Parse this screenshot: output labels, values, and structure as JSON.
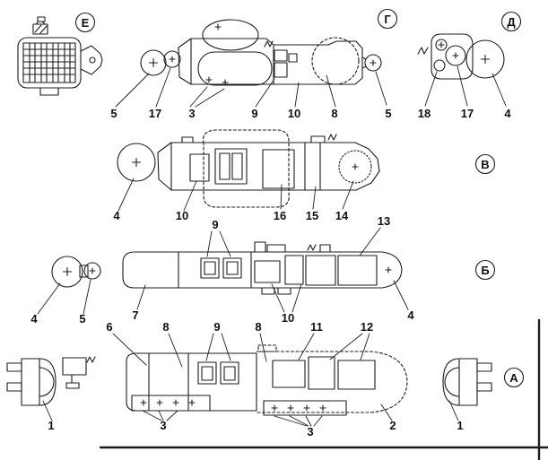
{
  "colors": {
    "ink": "#1c1c1c",
    "background": "#ffffff"
  },
  "views": {
    "e": {
      "label": "Е"
    },
    "g": {
      "label": "Г"
    },
    "d": {
      "label": "Д"
    },
    "v": {
      "label": "В"
    },
    "b": {
      "label": "Б"
    },
    "a": {
      "label": "А"
    }
  },
  "callouts": {
    "g_view": [
      "5",
      "17",
      "3",
      "9",
      "10",
      "8",
      "5"
    ],
    "d_view": [
      "18",
      "17",
      "4"
    ],
    "v_view": [
      "4",
      "10",
      "16",
      "15",
      "14"
    ],
    "mid": [
      "9",
      "13"
    ],
    "b_view": [
      "4",
      "5",
      "7",
      "10",
      "4"
    ],
    "a_view": [
      "6",
      "8",
      "9",
      "8",
      "11",
      "12"
    ],
    "bottom": [
      "1",
      "3",
      "3",
      "2",
      "1"
    ]
  }
}
